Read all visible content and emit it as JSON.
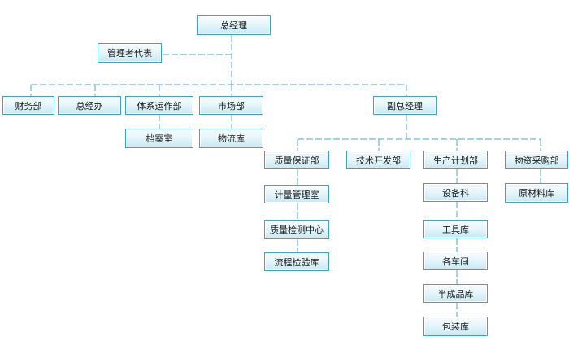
{
  "org_chart": {
    "nodes": {
      "general_manager": "总经理",
      "management_rep": "管理者代表",
      "finance_dept": "财务部",
      "general_office": "总经办",
      "system_ops_dept": "体系运作部",
      "market_dept": "市场部",
      "deputy_gm": "副总经理",
      "archive_room": "档案室",
      "logistics_warehouse": "物流库",
      "quality_assurance_dept": "质量保证部",
      "tech_dev_dept": "技术开发部",
      "production_planning_dept": "生产计划部",
      "materials_purchasing_dept": "物资采购部",
      "metrology_room": "计量管理室",
      "quality_testing_center": "质量检测中心",
      "process_inspection_warehouse": "流程检验库",
      "equipment_section": "设备科",
      "tool_warehouse": "工具库",
      "workshops": "各车间",
      "semi_finished_warehouse": "半成品库",
      "packaging_warehouse": "包装库",
      "raw_materials_warehouse": "原材料库"
    },
    "colors": {
      "border": "#3aa3c6",
      "connector": "#4aa9c8",
      "fill_top": "#f7fcfe",
      "fill_bottom": "#c6e9f4"
    }
  }
}
